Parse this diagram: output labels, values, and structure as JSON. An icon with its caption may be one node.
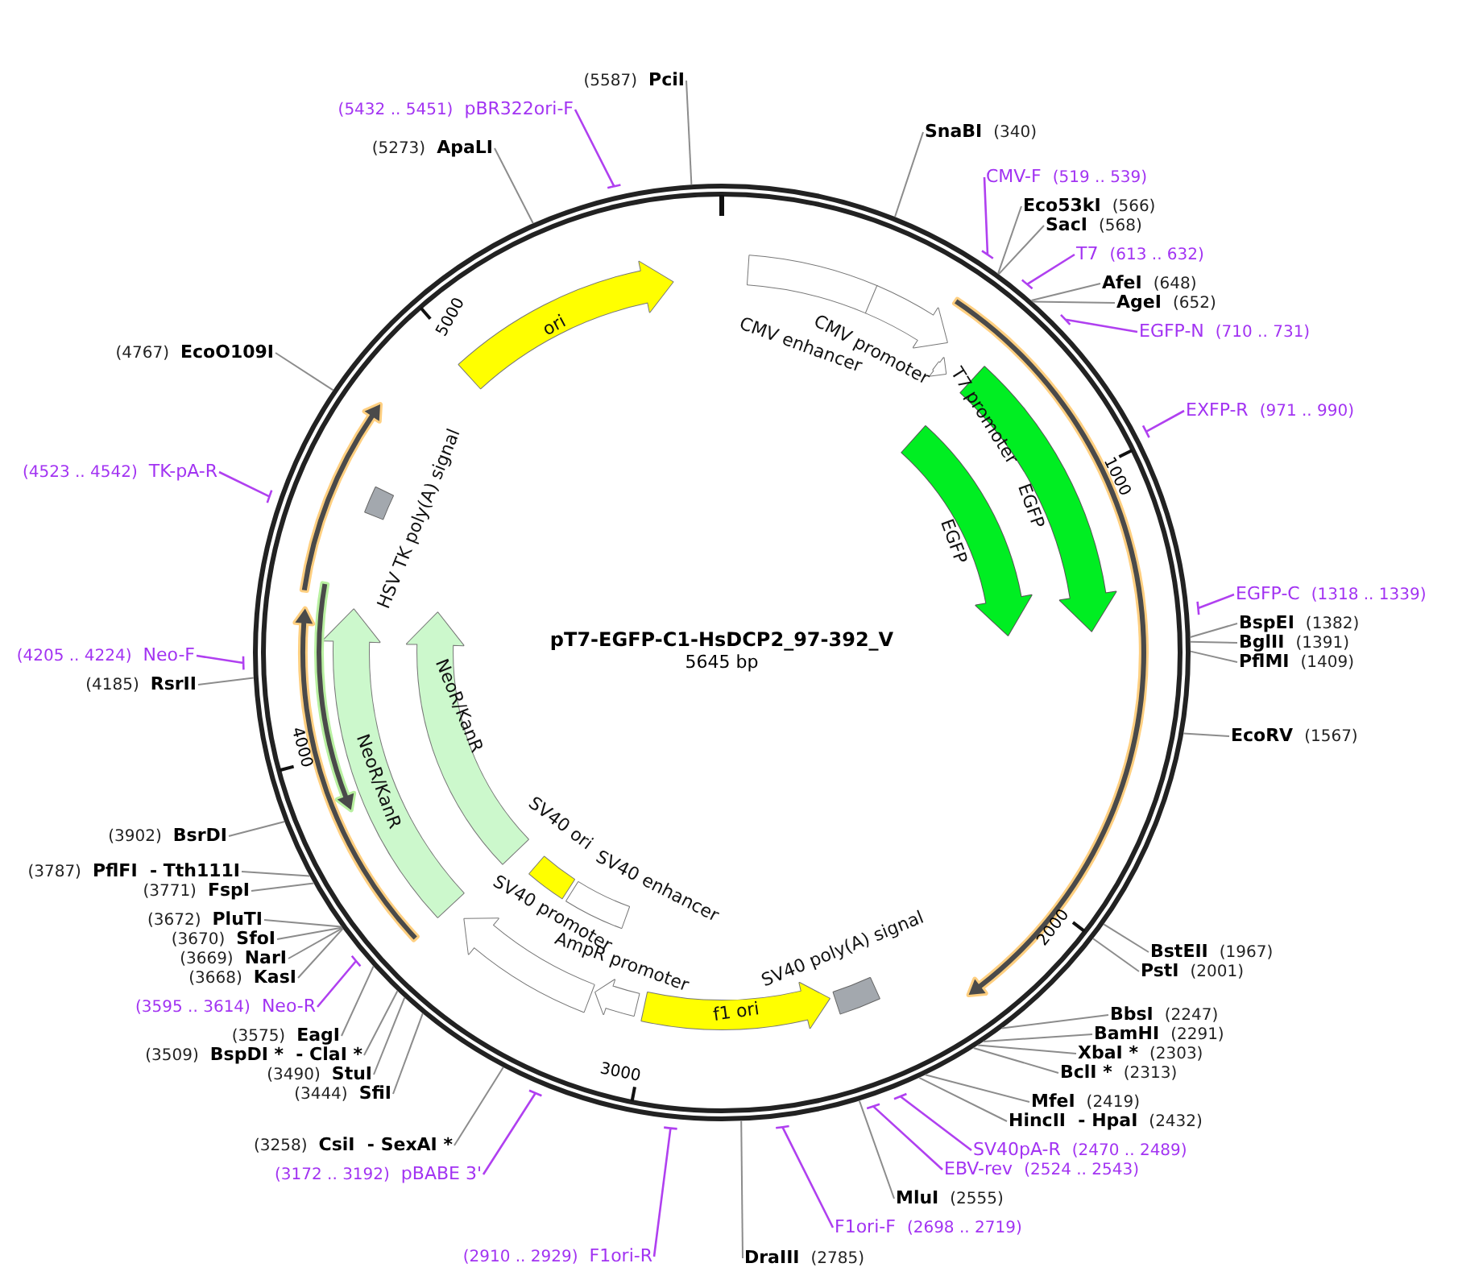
{
  "diagram": {
    "title": "pT7-EGFP-C1-HsDCP2_97-392_V",
    "nodes": [
      {
        "text": [
          "CMV enhancer"
        ]
      },
      {
        "text": [
          "CMV promoter"
        ]
      },
      {
        "text": [
          "T7 promoter"
        ]
      },
      {
        "text": [
          "EGFP"
        ]
      },
      {
        "text": [
          "EGFP"
        ]
      },
      {
        "text": [],
        "shape": "arrow"
      },
      {
        "text": [
          "f1 ori"
        ]
      },
      {
        "text": [
          "SV40 poly(A) signal"
        ]
      },
      {
        "text": [
          "AmpR promoter"
        ]
      },
      {
        "text": [
          "SV40 promoter"
        ]
      },
      {
        "text": [
          "SV40 enhancer"
        ]
      },
      {
        "text": [
          "SV40 ori"
        ]
      },
      {
        "text": [
          "NeoR/KanR"
        ]
      },
      {
        "text": [
          "NeoR/KanR"
        ]
      },
      {
        "text": [],
        "shape": "arrow"
      },
      {
        "text": [],
        "shape": "arrow"
      },
      {
        "text": [],
        "shape": "arrow"
      },
      {
        "text": [
          "HSV TK poly(A) signal"
        ]
      },
      {
        "text": [
          "ori"
        ]
      },
      {
        "text": [
          "SnaBI"
        ],
        "beside": [
          "(340)"
        ]
      },
      {
        "text": [
          "CMV-F"
        ],
        "beside": [
          "(519 .. 539)"
        ]
      },
      {
        "text": [
          "Eco53kI"
        ],
        "beside": [
          "(566)"
        ]
      },
      {
        "text": [
          "SacI"
        ],
        "beside": [
          "(568)"
        ]
      },
      {
        "text": [
          "T7"
        ],
        "beside": [
          "(613 .. 632)"
        ]
      },
      {
        "text": [
          "AfeI"
        ],
        "beside": [
          "(648)"
        ]
      },
      {
        "text": [
          "AgeI"
        ],
        "beside": [
          "(652)"
        ]
      },
      {
        "text": [
          "EGFP-N"
        ],
        "beside": [
          "(710 .. 731)"
        ]
      },
      {
        "text": [
          "EXFP-R"
        ],
        "beside": [
          "(971 .. 990)"
        ]
      },
      {
        "text": [
          "EGFP-C"
        ],
        "beside": [
          "(1318 .. 1339)"
        ]
      },
      {
        "text": [
          "BspEI"
        ],
        "beside": [
          "(1382)"
        ]
      },
      {
        "text": [
          "BglII"
        ],
        "beside": [
          "(1391)"
        ]
      },
      {
        "text": [
          "PflMI"
        ],
        "beside": [
          "(1409)"
        ]
      },
      {
        "text": [
          "EcoRV"
        ],
        "beside": [
          "(1567)"
        ]
      },
      {
        "text": [
          "BstEII"
        ],
        "beside": [
          "(1967)"
        ]
      },
      {
        "text": [
          "PstI"
        ],
        "beside": [
          "(2001)"
        ]
      },
      {
        "text": [
          "BbsI"
        ],
        "beside": [
          "(2247)"
        ]
      },
      {
        "text": [
          "BamHI"
        ],
        "beside": [
          "(2291)"
        ]
      },
      {
        "text": [
          "XbaI *"
        ],
        "beside": [
          "(2303)"
        ]
      },
      {
        "text": [
          "BclI *"
        ],
        "beside": [
          "(2313)"
        ]
      },
      {
        "text": [
          "MfeI"
        ],
        "beside": [
          "(2419)"
        ]
      },
      {
        "text": [
          "HincII  - HpaI"
        ],
        "beside": [
          "(2432)"
        ]
      },
      {
        "text": [
          "SV40pA-R"
        ],
        "beside": [
          "(2470 .. 2489)"
        ]
      },
      {
        "text": [
          "EBV-rev"
        ],
        "beside": [
          "(2524 .. 2543)"
        ]
      },
      {
        "text": [
          "MluI"
        ],
        "beside": [
          "(2555)"
        ]
      },
      {
        "text": [
          "F1ori-F"
        ],
        "beside": [
          "(2698 .. 2719)"
        ]
      },
      {
        "text": [
          "DraIII"
        ],
        "beside": [
          "(2785)"
        ]
      },
      {
        "text": [
          "F1ori-R"
        ],
        "beside": [
          "(2910 .. 2929)"
        ]
      },
      {
        "text": [
          "pBABE 3'"
        ],
        "beside": [
          "(3172 .. 3192)"
        ]
      },
      {
        "text": [
          "CsiI  - SexAI *"
        ],
        "beside": [
          "(3258)"
        ]
      },
      {
        "text": [
          "SfiI"
        ],
        "beside": [
          "(3444)"
        ]
      },
      {
        "text": [
          "StuI"
        ],
        "beside": [
          "(3490)"
        ]
      },
      {
        "text": [
          "BspDI *  - ClaI *"
        ],
        "beside": [
          "(3509)"
        ]
      },
      {
        "text": [
          "EagI"
        ],
        "beside": [
          "(3575)"
        ]
      },
      {
        "text": [
          "Neo-R"
        ],
        "beside": [
          "(3595 .. 3614)"
        ]
      },
      {
        "text": [
          "KasI"
        ],
        "beside": [
          "(3668)"
        ]
      },
      {
        "text": [
          "NarI"
        ],
        "beside": [
          "(3669)"
        ]
      },
      {
        "text": [
          "SfoI"
        ],
        "beside": [
          "(3670)"
        ]
      },
      {
        "text": [
          "PluTI"
        ],
        "beside": [
          "(3672)"
        ]
      },
      {
        "text": [
          "FspI"
        ],
        "beside": [
          "(3771)"
        ]
      },
      {
        "text": [
          "PflFI  - Tth111I"
        ],
        "beside": [
          "(3787)"
        ]
      },
      {
        "text": [
          "BsrDI"
        ],
        "beside": [
          "(3902)"
        ]
      },
      {
        "text": [
          "RsrII"
        ],
        "beside": [
          "(4185)"
        ]
      },
      {
        "text": [
          "Neo-F"
        ],
        "beside": [
          "(4205 .. 4224)"
        ]
      },
      {
        "text": [
          "TK-pA-R"
        ],
        "beside": [
          "(4523 .. 4542)"
        ]
      },
      {
        "text": [
          "EcoO109I"
        ],
        "beside": [
          "(4767)"
        ]
      },
      {
        "text": [
          "ApaLI"
        ],
        "beside": [
          "(5273)"
        ]
      },
      {
        "text": [
          "pBR322ori-F"
        ],
        "beside": [
          "(5432 .. 5451)"
        ]
      },
      {
        "text": [
          "PciI"
        ],
        "beside": [
          "(5587)"
        ]
      }
    ],
    "edges": [
      {
        "from": 19,
        "to": null,
        "arrow": "none"
      },
      {
        "from": 20,
        "to": null,
        "arrow": "none",
        "color": "#b040f0"
      },
      {
        "from": 21,
        "to": null,
        "arrow": "none"
      },
      {
        "from": 22,
        "to": null,
        "arrow": "none"
      },
      {
        "from": 23,
        "to": null,
        "arrow": "none",
        "color": "#b040f0"
      },
      {
        "from": 24,
        "to": null,
        "arrow": "none"
      },
      {
        "from": 25,
        "to": null,
        "arrow": "none"
      },
      {
        "from": 26,
        "to": null,
        "arrow": "none",
        "color": "#b040f0"
      },
      {
        "from": 27,
        "to": null,
        "arrow": "none",
        "color": "#b040f0"
      },
      {
        "from": 28,
        "to": null,
        "arrow": "none",
        "color": "#b040f0"
      },
      {
        "from": 29,
        "to": null,
        "arrow": "none"
      },
      {
        "from": 30,
        "to": null,
        "arrow": "none"
      },
      {
        "from": 31,
        "to": null,
        "arrow": "none"
      },
      {
        "from": 32,
        "to": null,
        "arrow": "none"
      },
      {
        "from": 33,
        "to": null,
        "arrow": "none"
      },
      {
        "from": 34,
        "to": null,
        "arrow": "none"
      },
      {
        "from": 35,
        "to": null,
        "arrow": "none"
      },
      {
        "from": 36,
        "to": null,
        "arrow": "none"
      },
      {
        "from": 37,
        "to": null,
        "arrow": "none"
      },
      {
        "from": 38,
        "to": null,
        "arrow": "none"
      },
      {
        "from": 39,
        "to": null,
        "arrow": "none"
      },
      {
        "from": 40,
        "to": null,
        "arrow": "none"
      },
      {
        "from": 41,
        "to": null,
        "arrow": "none",
        "color": "#b040f0"
      },
      {
        "from": 42,
        "to": null,
        "arrow": "none",
        "color": "#b040f0"
      },
      {
        "from": 43,
        "to": null,
        "arrow": "none"
      },
      {
        "from": 44,
        "to": null,
        "arrow": "none",
        "color": "#b040f0"
      },
      {
        "from": 45,
        "to": null,
        "arrow": "none"
      },
      {
        "from": 46,
        "to": null,
        "arrow": "none",
        "color": "#b040f0"
      },
      {
        "from": 47,
        "to": null,
        "arrow": "none",
        "color": "#b040f0"
      },
      {
        "from": 48,
        "to": null,
        "arrow": "none"
      },
      {
        "from": 49,
        "to": null,
        "arrow": "none"
      },
      {
        "from": 50,
        "to": null,
        "arrow": "none"
      },
      {
        "from": 51,
        "to": null,
        "arrow": "none"
      },
      {
        "from": 52,
        "to": null,
        "arrow": "none"
      },
      {
        "from": 53,
        "to": null,
        "arrow": "none",
        "color": "#b040f0"
      },
      {
        "from": 54,
        "to": null,
        "arrow": "none"
      },
      {
        "from": 55,
        "to": null,
        "arrow": "none"
      },
      {
        "from": 56,
        "to": null,
        "arrow": "none"
      },
      {
        "from": 57,
        "to": null,
        "arrow": "none"
      },
      {
        "from": 58,
        "to": null,
        "arrow": "none"
      },
      {
        "from": 59,
        "to": null,
        "arrow": "none"
      },
      {
        "from": 60,
        "to": null,
        "arrow": "none"
      },
      {
        "from": 61,
        "to": null,
        "arrow": "none"
      },
      {
        "from": 62,
        "to": null,
        "arrow": "none",
        "color": "#b040f0"
      },
      {
        "from": 63,
        "to": null,
        "arrow": "none",
        "color": "#b040f0"
      },
      {
        "from": 64,
        "to": null,
        "arrow": "none"
      },
      {
        "from": 65,
        "to": null,
        "arrow": "none"
      },
      {
        "from": 66,
        "to": null,
        "arrow": "none",
        "color": "#b040f0"
      },
      {
        "from": 67,
        "to": null,
        "arrow": "none"
      }
    ],
    "labels": [
      "5645 bp",
      "1000",
      "2000",
      "3000",
      "4000",
      "5000"
    ]
  }
}
